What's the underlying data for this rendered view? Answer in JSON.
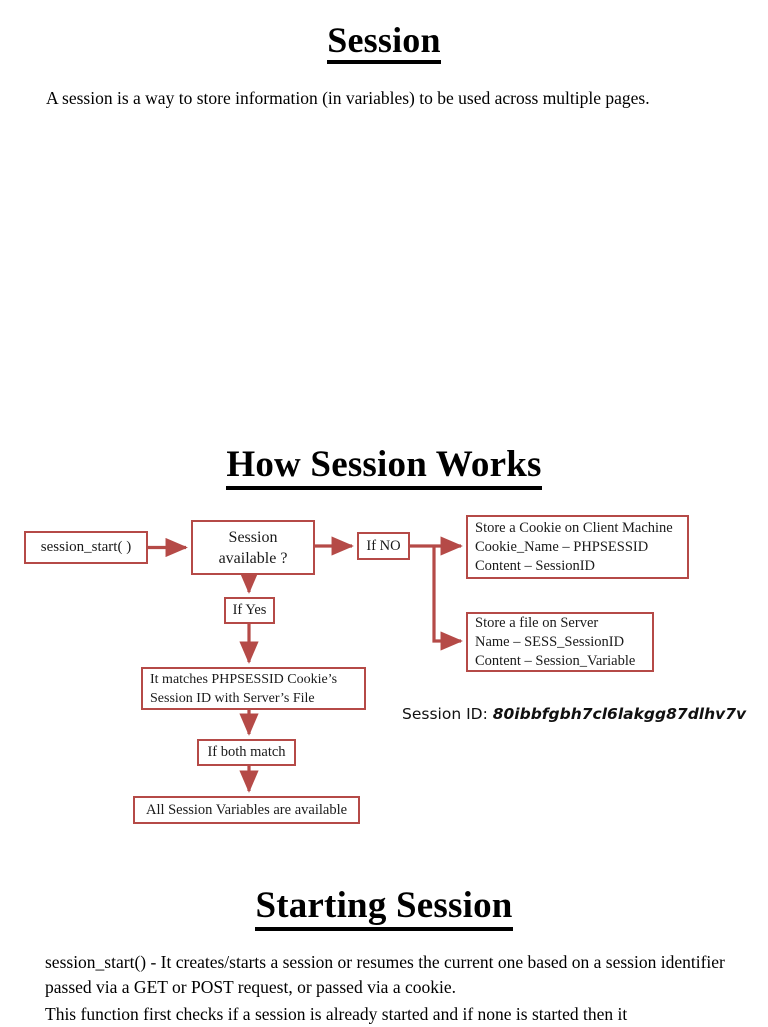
{
  "document": {
    "title": "Session",
    "intro": "A session is a way to store information (in variables) to be used across multiple pages.",
    "headings": {
      "how_session_works": "How Session Works",
      "starting_session": "Starting Session"
    },
    "paragraphs": {
      "session_start_desc": "session_start() - It creates/starts a session or resumes the current one based on a session identifier passed via a GET or POST request, or passed via a cookie.",
      "this_function": "This function first checks if a session is already started and if none is started then it"
    }
  },
  "flowchart": {
    "accent_color": "#b54a47",
    "nodes": {
      "session_start": "session_start( )",
      "session_available_line1": "Session",
      "session_available_line2": "available ?",
      "if_no": "If NO",
      "if_yes": "If Yes",
      "store_cookie_line1": "Store a Cookie on Client Machine",
      "store_cookie_line2": "Cookie_Name – PHPSESSID",
      "store_cookie_line3": "Content – SessionID",
      "store_file_line1": "Store a file on Server",
      "store_file_line2": "Name – SESS_SessionID",
      "store_file_line3": "Content – Session_Variable",
      "it_matches_line1": "It matches PHPSESSID Cookie’s",
      "it_matches_line2": "Session ID with Server’s File",
      "if_both_match": "If both match",
      "all_session_vars": "All Session Variables are available"
    }
  },
  "session_id": {
    "label": "Session ID:",
    "value": "80ibbfgbh7cl6lakgg87dlhv7v"
  }
}
